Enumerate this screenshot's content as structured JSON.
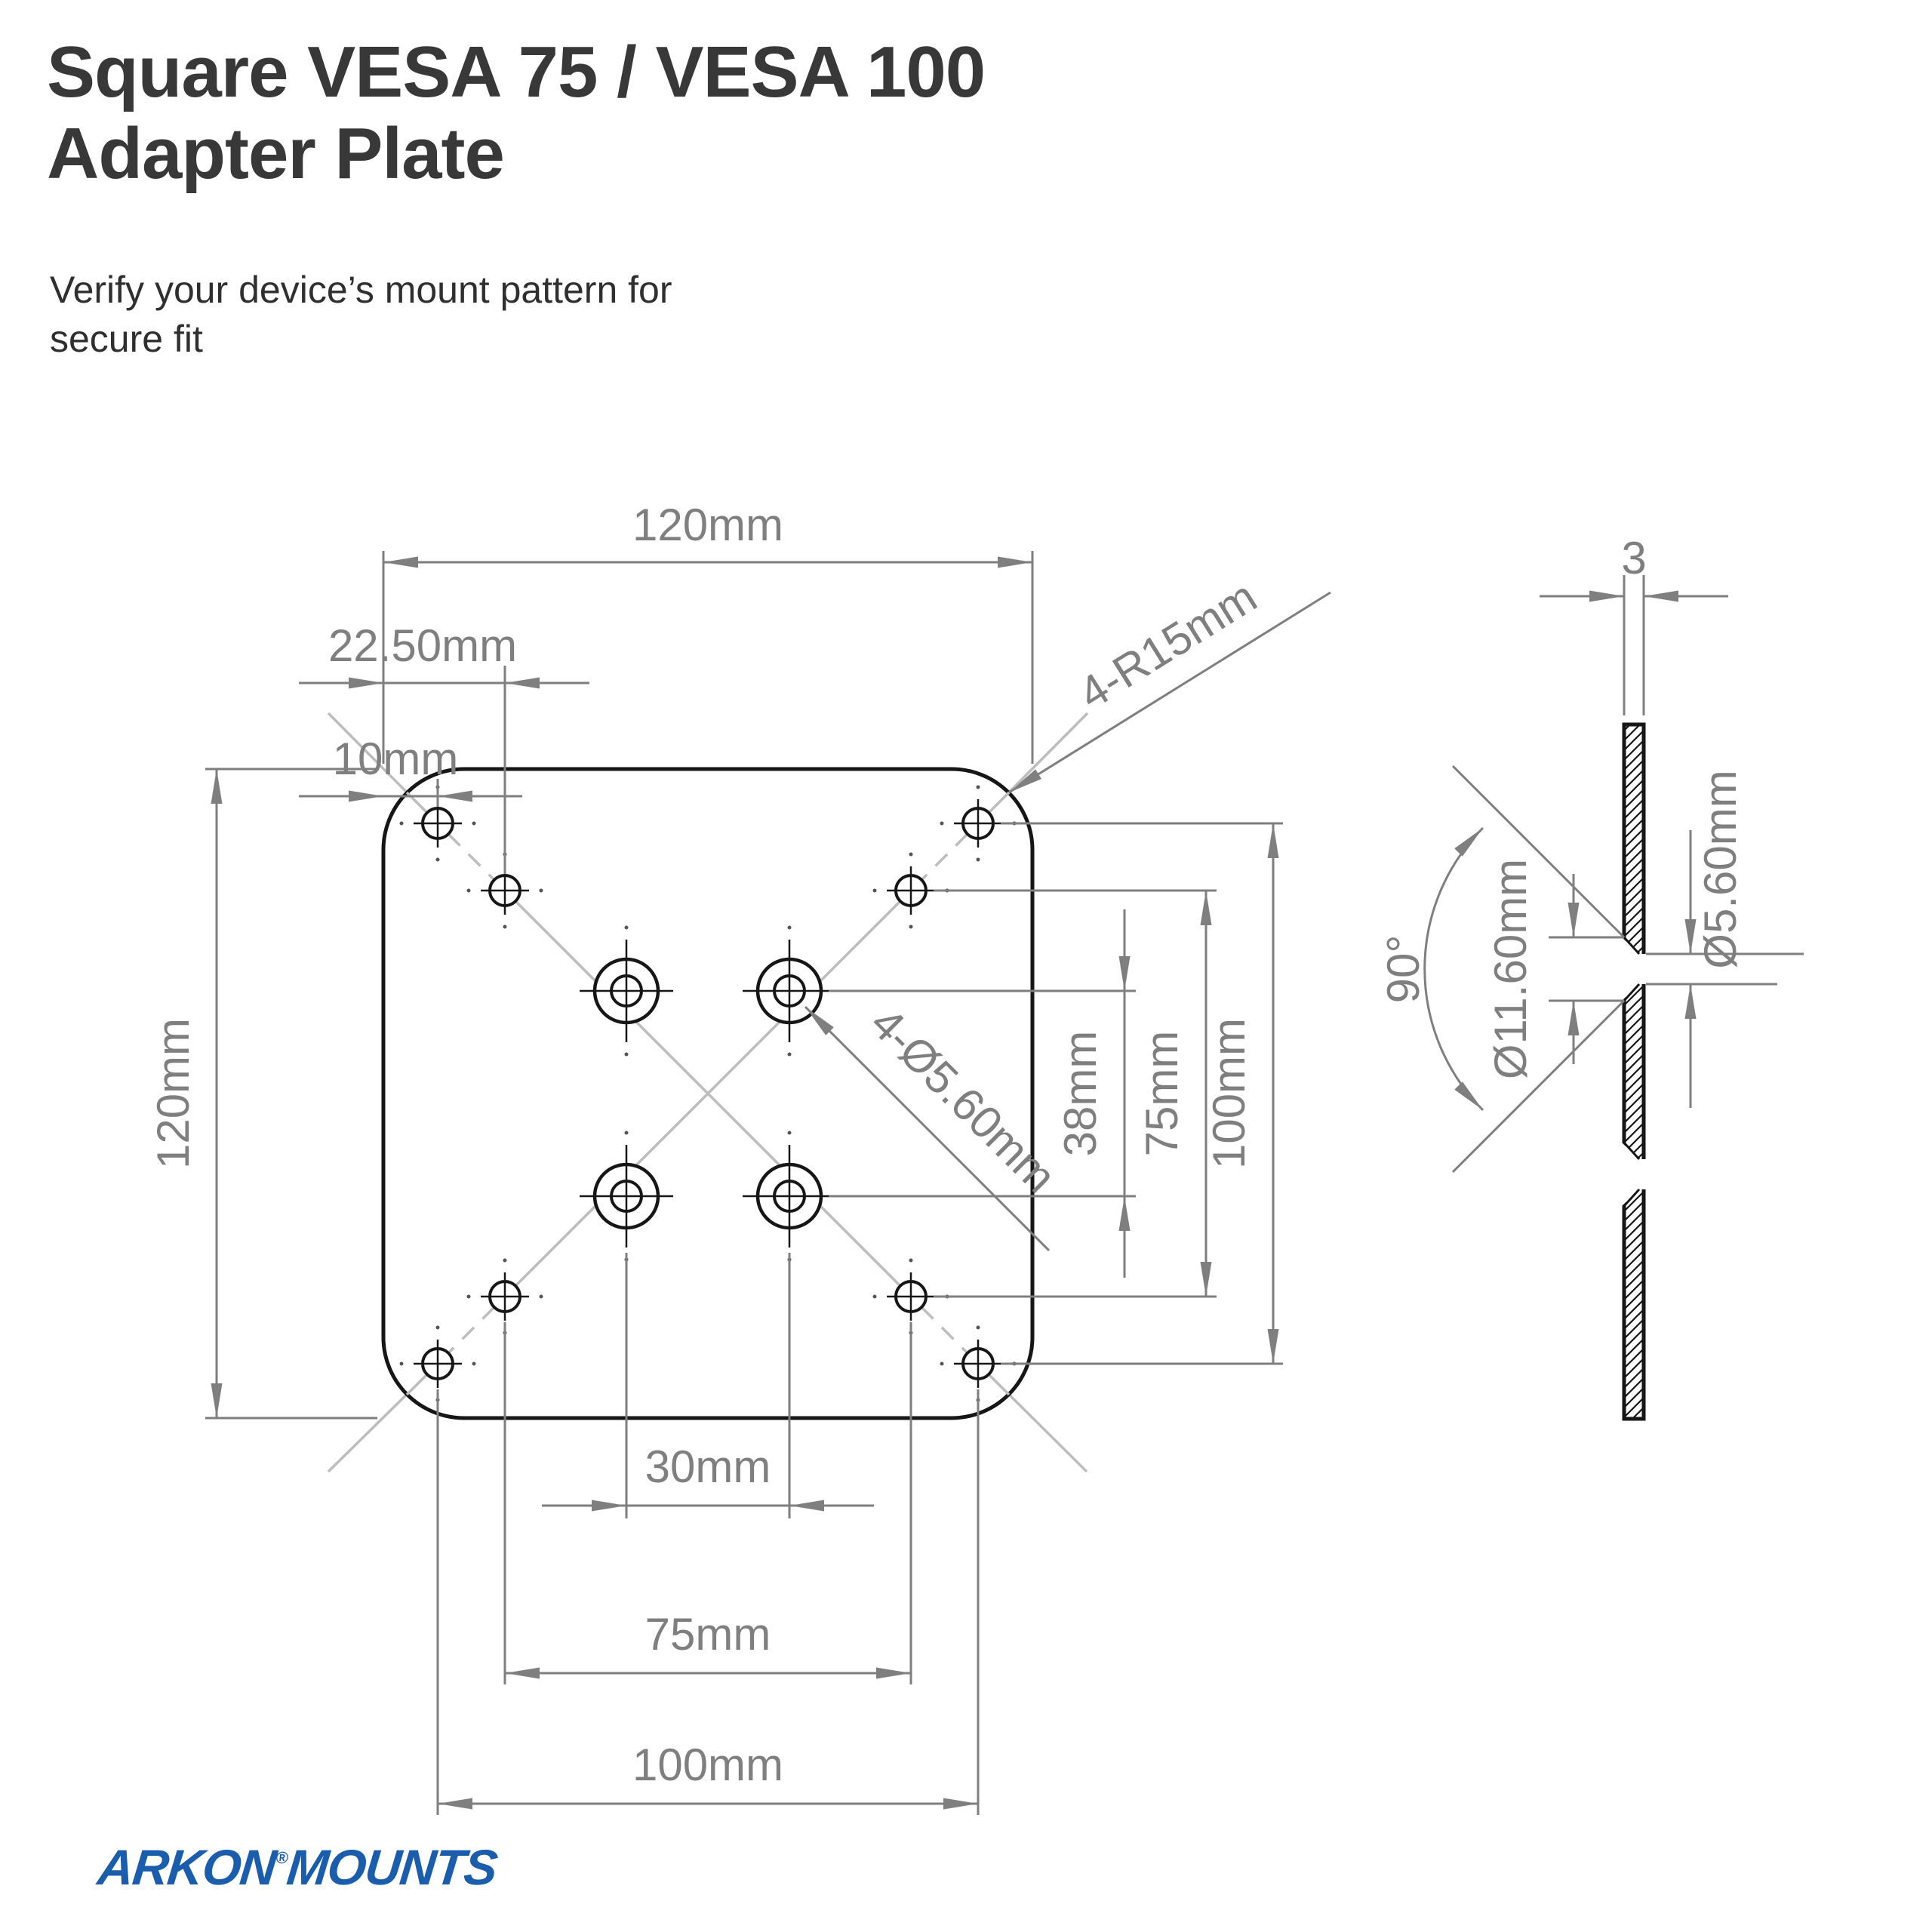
{
  "header": {
    "title_line1": "Square VESA 75 / VESA 100",
    "title_line2": "Adapter Plate",
    "subtitle_line1": "Verify your device’s mount pattern for",
    "subtitle_line2": "secure fit"
  },
  "front_view": {
    "dim_plate_width": "120mm",
    "dim_plate_height": "120mm",
    "dim_vesa75_edge_inset": "22.50mm",
    "dim_vesa100_edge_inset": "10mm",
    "dim_corner_radius": "4-R15mm",
    "dim_hole_diameter": "4-Ø5.60mm",
    "dim_amps_height": "38mm",
    "dim_vesa75_height": "75mm",
    "dim_vesa100_height": "100mm",
    "dim_amps_width": "30mm",
    "dim_vesa75_width": "75mm",
    "dim_vesa100_width": "100mm"
  },
  "side_view": {
    "dim_thickness": "3",
    "dim_countersink_angle": "90°",
    "dim_countersink_diameter": "Ø11.60mm",
    "dim_through_hole_diameter": "Ø5.60mm"
  },
  "footer": {
    "brand_primary": "ARKON",
    "brand_registered": "®",
    "brand_secondary": "MOUNTS"
  },
  "colors": {
    "outline_black": "#161616",
    "dimension_gray": "#7f7f7f",
    "construction_gray": "#bdbdbd",
    "logo_blue": "#1a5dad",
    "title_text": "#383838"
  }
}
